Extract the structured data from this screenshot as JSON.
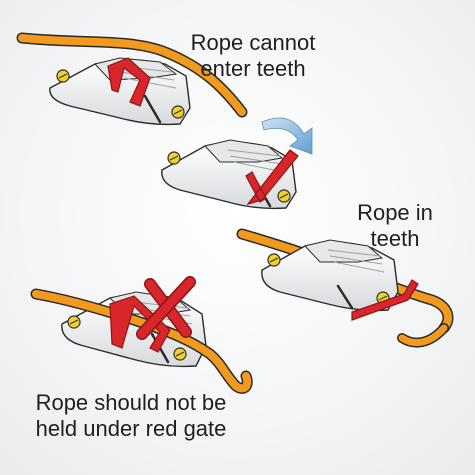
{
  "captions": {
    "cannot_enter": [
      "Rope cannot",
      "enter teeth"
    ],
    "in_teeth": [
      "Rope in",
      "teeth"
    ],
    "under_gate": [
      "Rope should not be",
      "held under red gate"
    ]
  },
  "colors": {
    "rope": "#f29a1e",
    "rope_shadow": "#b86a0c",
    "gate": "#d9262a",
    "gate_shadow": "#8e1417",
    "cleat": "#f2f3f4",
    "cleat_shade": "#d4d7da",
    "outline": "#2b2b2b",
    "screw": "#f2d02a",
    "arrow": "#6fa8d6",
    "cross": "#d9262a"
  }
}
